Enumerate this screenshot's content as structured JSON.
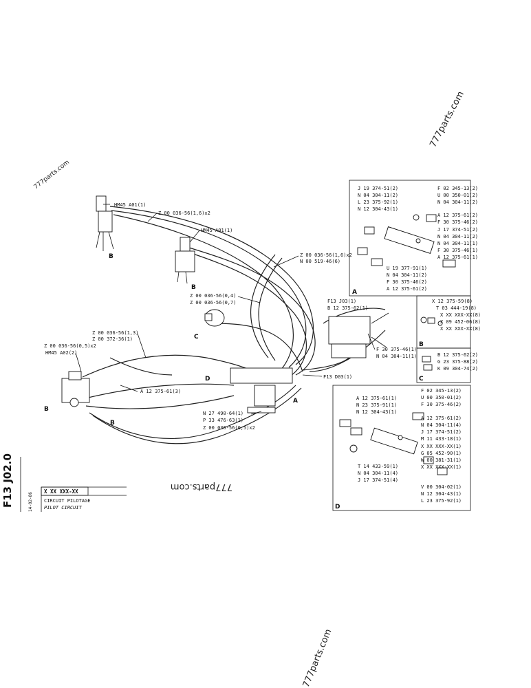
{
  "watermarks": [
    "777parts.com",
    "777parts.com",
    "777parts.com",
    "777parts.com"
  ],
  "main": {
    "callouts": [
      "HM45  A01(1)",
      "Z 00 036-56(1,6)x2",
      "HM45  A01(1)",
      "Z 00 036-56(1,6)x2",
      "N 00 519-46(6)",
      "Z 00 036-56(0,4)",
      "Z 00 036-56(0,7)",
      "Z 00 036-56(1,3)",
      "Z 00 372-36(1)",
      "Z 00 036-56(0,5)x2",
      "HM45  A02(2)",
      "A 12 375-61(3)",
      "F13  J03(1)",
      "B 12 375-62(1)",
      "F 30 375-46(1)",
      "N 04 304-11(1)",
      "F13  D03(1)",
      "N 27 490-64(1)",
      "P 33 476-63(1)",
      "Z 00 036-56(0,5)x2"
    ],
    "letters": [
      "B",
      "B",
      "C",
      "D",
      "A",
      "B",
      "B"
    ]
  },
  "detail_a": {
    "tag": "A",
    "left_labels": [
      "J 19 374-51(2)",
      "N 04 304-11(2)",
      "L 23 375-92(1)",
      "N 12 304-43(1)"
    ],
    "right_labels": [
      "F 02 345-13(2)",
      "U 00 350-01(2)",
      "N 04 304-11(2)",
      "A 12 375-61(2)",
      "F 30 375-46(2)",
      "J 17 374-51(2)",
      "N 04 304-11(2)",
      "N 04 304-11(1)",
      "F 30 375-46(1)",
      "A 12 375-61(1)"
    ],
    "bottom_labels": [
      "U 19 377-91(1)",
      "N 04 304-11(2)",
      "F 30 375-46(2)",
      "A 12 375-61(2)"
    ]
  },
  "detail_b": {
    "tag": "B",
    "labels": [
      "X 12 375-59(8)",
      "T 03 444-19(8)",
      "X XX XXX-XX(8)",
      "X 09 452-06(8)",
      "X XX XXX-XX(8)"
    ]
  },
  "detail_c": {
    "tag": "C",
    "labels": [
      "B 12 375-62(2)",
      "G 23 375-88(2)",
      "K 09 304-74(2)"
    ]
  },
  "detail_d": {
    "tag": "D",
    "left_labels": [
      "A 12 375-61(1)",
      "N 23 375-91(1)",
      "N 12 304-43(1)"
    ],
    "right_labels": [
      "F 02 345-13(2)",
      "U 00 350-01(2)",
      "F 30 375-46(2)",
      "A 12 375-61(2)",
      "N 04 304-11(4)",
      "J 17 374-51(2)",
      "M 11 433-18(1)",
      "X XX XXX-XX(1)",
      "G 05 452-90(1)",
      "W 00 381-31(1)",
      "X XX XXX-XX(1)"
    ],
    "bottom_left": [
      "T 14 433-59(1)",
      "N 04 304-11(4)",
      "J 17 374-51(4)"
    ],
    "bottom_right": [
      "V 00 304-02(1)",
      "N 12 304-43(1)",
      "L 23 375-92(1)"
    ]
  },
  "title_block": {
    "sheet_code": "F13  J02.0",
    "date": "14-02-86",
    "part_number": "X XX XXX-XX",
    "title_fr": "CIRCUIT PILOTAGE",
    "title_en": "PILOT CIRCUIT"
  }
}
